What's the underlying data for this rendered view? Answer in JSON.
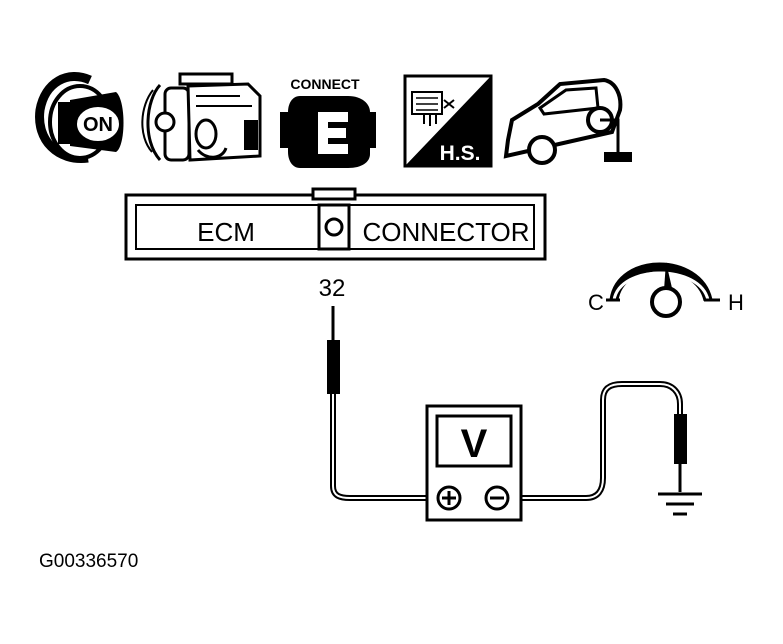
{
  "icons": {
    "ignition": {
      "icon": "ignition-key-icon",
      "label": "ON"
    },
    "engine": {
      "icon": "engine-running-icon"
    },
    "connect": {
      "icon": "connector-plug-icon",
      "label": "CONNECT"
    },
    "harness": {
      "icon": "harness-inspection-icon",
      "label": "H.S."
    },
    "vehicle_ground": {
      "icon": "vehicle-ground-icon"
    }
  },
  "connector": {
    "left_label": "ECM",
    "right_label": "CONNECTOR",
    "pin": "32"
  },
  "gauge": {
    "icon": "temperature-gauge-icon",
    "cold_label": "C",
    "hot_label": "H"
  },
  "meter": {
    "icon": "voltmeter-icon",
    "display": "V",
    "positive_terminal": "positive-terminal-icon",
    "negative_terminal": "negative-terminal-icon"
  },
  "ground": {
    "icon": "ground-symbol-icon"
  },
  "figure_id": "G00336570"
}
